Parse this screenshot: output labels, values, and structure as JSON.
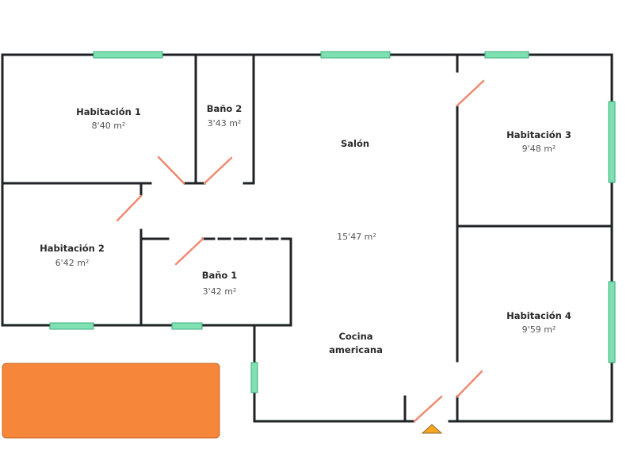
{
  "rooms": [
    {
      "name": "Habitación 1",
      "area": "8'40 m²"
    },
    {
      "name": "Baño 2",
      "area": "3'43 m²"
    },
    {
      "name": "Salón",
      "area": "15'47 m²"
    },
    {
      "name": "Habitación 3",
      "area": "9'48 m²"
    },
    {
      "name": "Habitación 2",
      "area": "6'42 m²"
    },
    {
      "name": "Baño 1",
      "area": "3'42 m²"
    },
    {
      "name": "Habitación 4",
      "area": "9'59 m²"
    },
    {
      "name": "Cocina",
      "name2": "americana"
    }
  ],
  "colors": {
    "wall": "#1f2326",
    "window": "#7fe0b2",
    "door": "#f08a72",
    "terrace": "#f5863a",
    "entrance": "#f5a623"
  }
}
